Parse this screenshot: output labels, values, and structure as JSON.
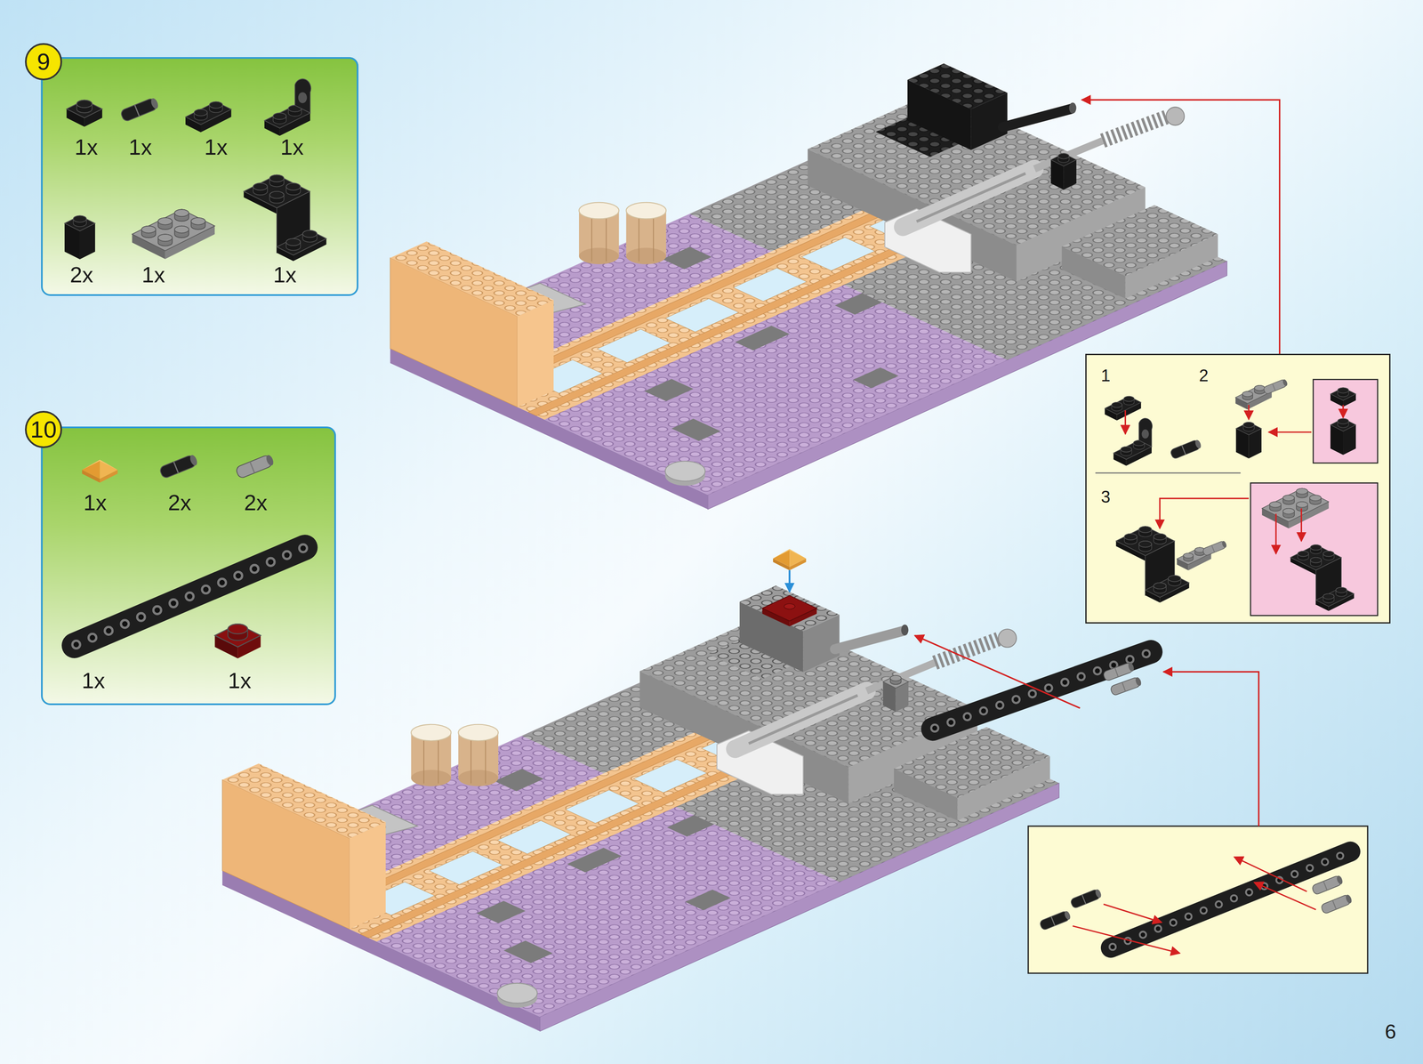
{
  "diagram": {
    "nodes": [
      {
        "text": [
          "9"
        ]
      },
      {
        "text": [
          "1x",
          "1x",
          "1x",
          "1x",
          "2x",
          "1x",
          "1x"
        ]
      },
      {
        "text": [
          "10"
        ]
      },
      {
        "text": [
          "1x",
          "2x",
          "2x",
          "1x",
          "1x"
        ]
      },
      {
        "text": [
          "1",
          "2",
          "3"
        ]
      }
    ],
    "labels": [
      "6"
    ]
  }
}
